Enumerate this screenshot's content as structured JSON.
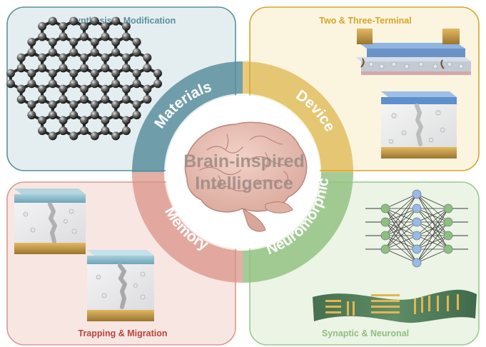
{
  "panels": {
    "materials": {
      "title": "Synthesis & Modification",
      "ring_label": "Materials",
      "color": "#5b8f9e",
      "bg": "#e4eef1"
    },
    "device": {
      "title": "Two & Three-Terminal",
      "ring_label": "Device",
      "color": "#d7a629",
      "bg": "#fbf4df"
    },
    "memory": {
      "title": "Trapping & Migration",
      "ring_label": "Memory",
      "color": "#b8453a",
      "bg": "#f8e6e3"
    },
    "neuromorphic": {
      "title": "Synaptic & Neuronal",
      "ring_label": "Neuromorphic",
      "color": "#8fbf7d",
      "bg": "#ebf4e5"
    }
  },
  "center": {
    "line1": "Brain-inspired",
    "line2": "Intelligence"
  },
  "icons": {
    "materials": "graphene-lattice-icon",
    "device_top": "three-terminal-transistor-icon",
    "device_bottom": "filament-cube-icon",
    "memory": "filament-cube-icon",
    "neuromorphic_top": "neural-network-icon",
    "neuromorphic_bottom": "flexible-circuit-icon",
    "center": "brain-icon"
  }
}
